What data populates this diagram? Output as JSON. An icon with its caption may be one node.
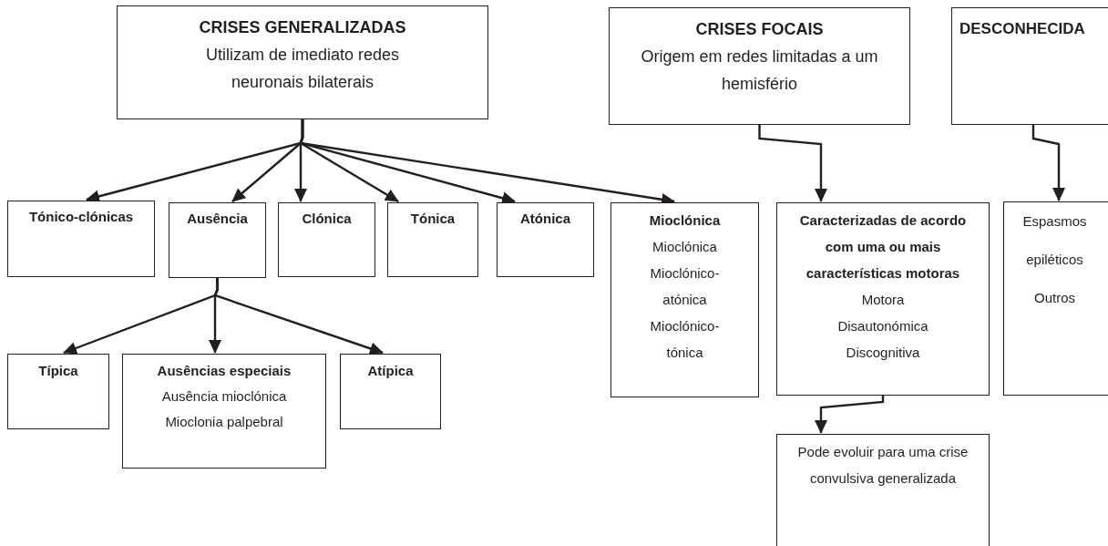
{
  "diagram": {
    "nodes": [
      {
        "text": [
          "CRISES GENERALIZADAS",
          "Utilizam de imediato redes neuronais bilaterais"
        ]
      },
      {
        "text": [
          "CRISES FOCAIS",
          "Origem em redes limitadas a um hemisfério"
        ]
      },
      {
        "text": [
          "DESCONHECIDA"
        ]
      },
      {
        "text": [
          "Tónico-clónicas"
        ]
      },
      {
        "text": [
          "Ausência"
        ]
      },
      {
        "text": [
          "Clónica"
        ]
      },
      {
        "text": [
          "Tónica"
        ]
      },
      {
        "text": [
          "Atónica"
        ]
      },
      {
        "text": [
          "Mioclónica",
          "Mioclónica",
          "Mioclónico-atónica",
          "Mioclónico-tónica"
        ]
      },
      {
        "text": [
          "Caracterizadas de acordo com uma ou mais características motoras",
          "Motora",
          "Disautonómica",
          "Discognitiva"
        ]
      },
      {
        "text": [
          "Espasmos epiléticos",
          "Outros"
        ]
      },
      {
        "text": [
          "Típica"
        ]
      },
      {
        "text": [
          "Ausências especiais",
          "Ausência mioclónica",
          "Mioclonia palpebral"
        ]
      },
      {
        "text": [
          "Atípica"
        ]
      },
      {
        "text": [
          "Pode evoluir para uma crise convulsiva generalizada"
        ]
      }
    ],
    "edges": [
      {
        "from": 0,
        "to": 3,
        "arrow": "to"
      },
      {
        "from": 0,
        "to": 4,
        "arrow": "to"
      },
      {
        "from": 0,
        "to": 5,
        "arrow": "to"
      },
      {
        "from": 0,
        "to": 6,
        "arrow": "to"
      },
      {
        "from": 0,
        "to": 7,
        "arrow": "to"
      },
      {
        "from": 0,
        "to": 8,
        "arrow": "to"
      },
      {
        "from": 4,
        "to": 11,
        "arrow": "to"
      },
      {
        "from": 4,
        "to": 12,
        "arrow": "to"
      },
      {
        "from": 4,
        "to": 13,
        "arrow": "to"
      },
      {
        "from": 1,
        "to": 9,
        "arrow": "to"
      },
      {
        "from": 2,
        "to": 10,
        "arrow": "to"
      },
      {
        "from": 9,
        "to": 14,
        "arrow": "to"
      }
    ]
  }
}
